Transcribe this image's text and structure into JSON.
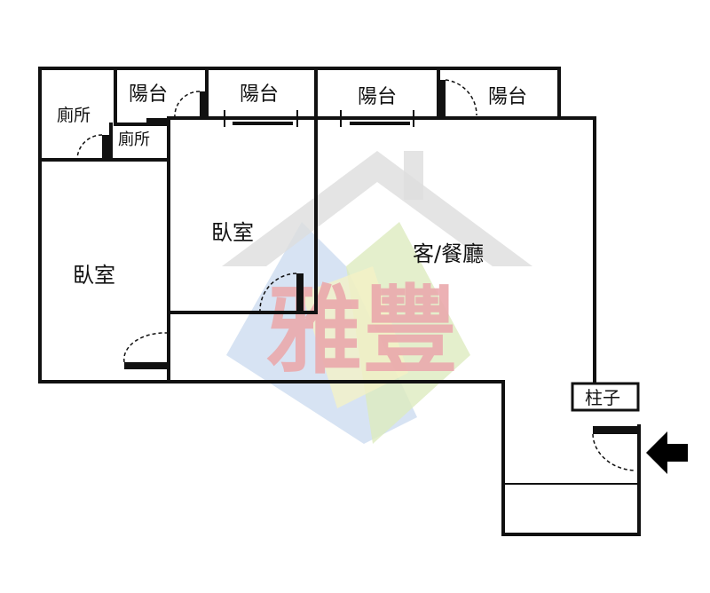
{
  "rooms": {
    "toilet_left": "廁所",
    "toilet_small": "廁所",
    "balcony_1": "陽台",
    "balcony_2": "陽台",
    "balcony_3": "陽台",
    "balcony_4": "陽台",
    "bedroom_left": "臥室",
    "bedroom_center": "臥室",
    "living_dining": "客/餐廳",
    "pillar": "柱子"
  },
  "watermark": {
    "text": "雅豐",
    "text_color": "#e8a0a4",
    "house_color": "#d9d9d9",
    "blue": "#c7d8ee",
    "green": "#d9e8b8",
    "yellow": "#f3f0c0"
  },
  "entry_arrow": {
    "icon": "arrow-left-icon",
    "color": "#000000"
  }
}
